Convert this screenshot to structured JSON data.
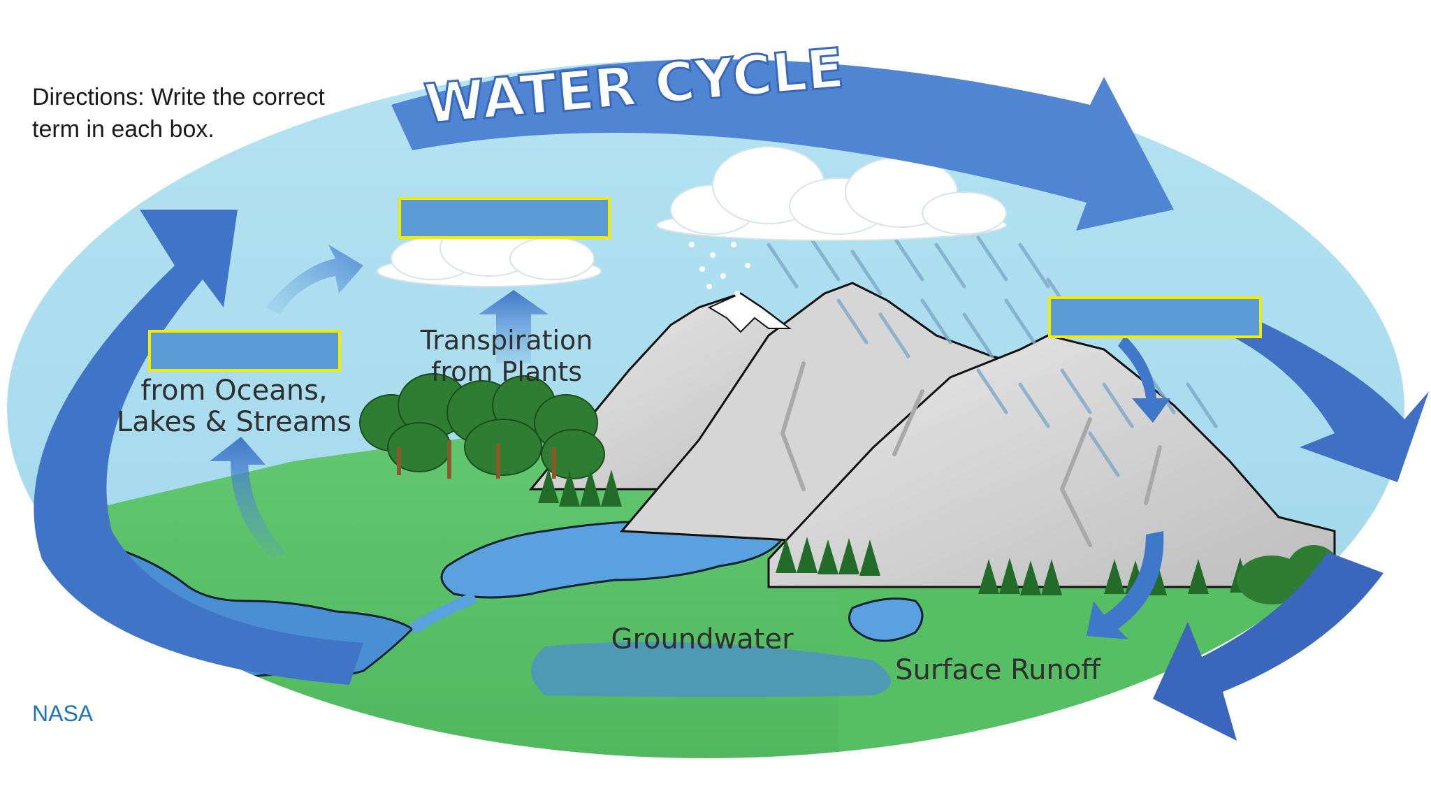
{
  "directions": "Directions: Write the correct term in each box.",
  "title": "WATER CYCLE",
  "labels": {
    "transpiration_line1": "Transpiration",
    "transpiration_line2": "from Plants",
    "evaporation_line1": "from Oceans,",
    "evaporation_line2": "Lakes & Streams",
    "groundwater": "Groundwater",
    "surface_runoff": "Surface Runoff"
  },
  "credit": "NASA",
  "answer_boxes": [
    {
      "id": "box-evaporation",
      "value": ""
    },
    {
      "id": "box-condensation",
      "value": ""
    },
    {
      "id": "box-precipitation",
      "value": ""
    }
  ],
  "colors": {
    "sky": "#a8dcee",
    "cycle_arrow": "#3e6fc0",
    "land": "#5fc46b",
    "water": "#4d93d6",
    "mountain": "#d4d4d4",
    "box_fill": "#5b9bd5",
    "box_border": "#f2ec00",
    "credit": "#1f73b7"
  }
}
